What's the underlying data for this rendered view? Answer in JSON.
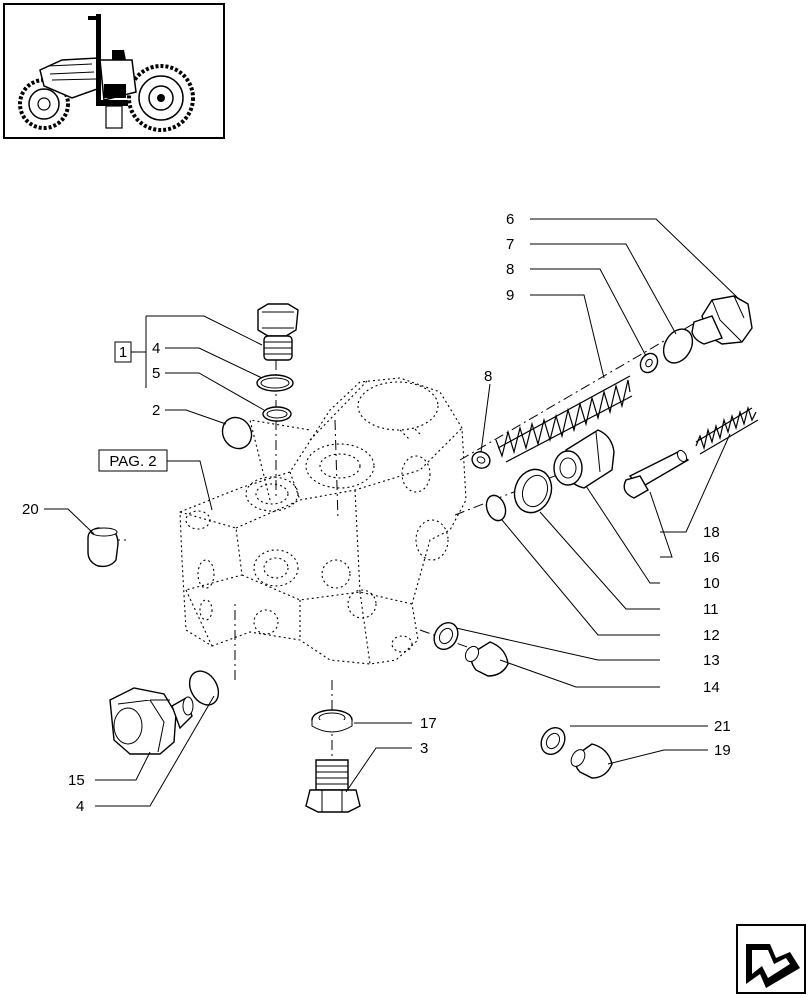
{
  "diagram": {
    "group_label": "1",
    "page_ref_label": "PAG. 2",
    "callouts": [
      {
        "id": "c6",
        "text": "6"
      },
      {
        "id": "c7",
        "text": "7"
      },
      {
        "id": "c8a",
        "text": "8"
      },
      {
        "id": "c9",
        "text": "9"
      },
      {
        "id": "c4a",
        "text": "4"
      },
      {
        "id": "c5",
        "text": "5"
      },
      {
        "id": "c8b",
        "text": "8"
      },
      {
        "id": "c2",
        "text": "2"
      },
      {
        "id": "c20",
        "text": "20"
      },
      {
        "id": "c18",
        "text": "18"
      },
      {
        "id": "c16",
        "text": "16"
      },
      {
        "id": "c10",
        "text": "10"
      },
      {
        "id": "c11",
        "text": "11"
      },
      {
        "id": "c12",
        "text": "12"
      },
      {
        "id": "c13",
        "text": "13"
      },
      {
        "id": "c14",
        "text": "14"
      },
      {
        "id": "c17",
        "text": "17"
      },
      {
        "id": "c3",
        "text": "3"
      },
      {
        "id": "c21",
        "text": "21"
      },
      {
        "id": "c19",
        "text": "19"
      },
      {
        "id": "c15",
        "text": "15"
      },
      {
        "id": "c4b",
        "text": "4"
      }
    ],
    "icons": {
      "thumbnail": "tractor-thumbnail-icon",
      "navigation": "next-page-arrow-icon"
    }
  }
}
